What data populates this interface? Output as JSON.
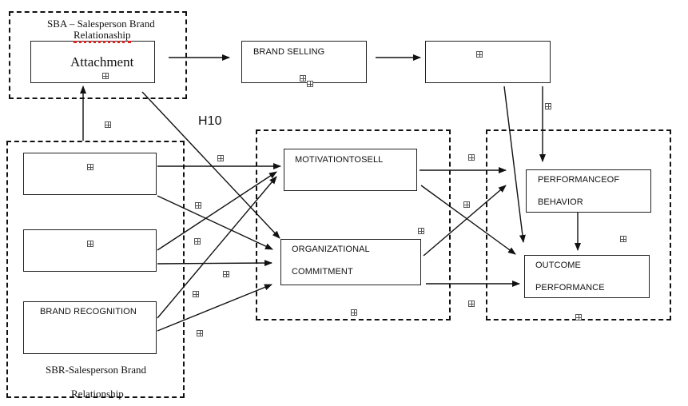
{
  "groups": {
    "sba": {
      "title_line1": "SBA – Salesperson Brand",
      "title_line2": "Relationaship"
    },
    "sbr": {
      "title_line1": "SBR-Salesperson Brand",
      "title_line2": "Relationship"
    }
  },
  "nodes": {
    "attachment": "Attachment",
    "brand_selling": "BRAND SELLING",
    "empty_top_right": "",
    "sbr_item_1": "",
    "sbr_item_2": "",
    "brand_recognition": "BRAND RECOGNITION",
    "motivation_to_sell": "MOTIVATIONTOSELL",
    "organizational_commitment_line1": "ORGANIZATIONAL",
    "organizational_commitment_line2": "COMMITMENT",
    "performance_of_behavior_line1": "PERFORMANCEOF",
    "performance_of_behavior_line2": "BEHAVIOR",
    "outcome_performance_line1": "OUTCOME",
    "outcome_performance_line2": "PERFORMANCE"
  },
  "hypothesis_labels": {
    "h10": "H10"
  },
  "edges": [
    {
      "from": "sbr_group",
      "to": "attachment"
    },
    {
      "from": "attachment",
      "to": "brand_selling"
    },
    {
      "from": "brand_selling",
      "to": "empty_top_right"
    },
    {
      "from": "attachment",
      "to": "organizational_commitment",
      "label": "H10"
    },
    {
      "from": "empty_top_right",
      "to": "performance_of_behavior"
    },
    {
      "from": "empty_top_right",
      "to": "outcome_performance"
    },
    {
      "from": "sbr_item_1",
      "to": "motivation_to_sell"
    },
    {
      "from": "sbr_item_1",
      "to": "organizational_commitment"
    },
    {
      "from": "sbr_item_2",
      "to": "motivation_to_sell"
    },
    {
      "from": "sbr_item_2",
      "to": "organizational_commitment"
    },
    {
      "from": "brand_recognition",
      "to": "motivation_to_sell"
    },
    {
      "from": "brand_recognition",
      "to": "organizational_commitment"
    },
    {
      "from": "motivation_to_sell",
      "to": "performance_of_behavior"
    },
    {
      "from": "motivation_to_sell",
      "to": "outcome_performance"
    },
    {
      "from": "organizational_commitment",
      "to": "performance_of_behavior"
    },
    {
      "from": "organizational_commitment",
      "to": "outcome_performance"
    },
    {
      "from": "performance_of_behavior",
      "to": "outcome_performance"
    }
  ],
  "icons": {
    "anchor": "text-box-anchor-icon"
  }
}
